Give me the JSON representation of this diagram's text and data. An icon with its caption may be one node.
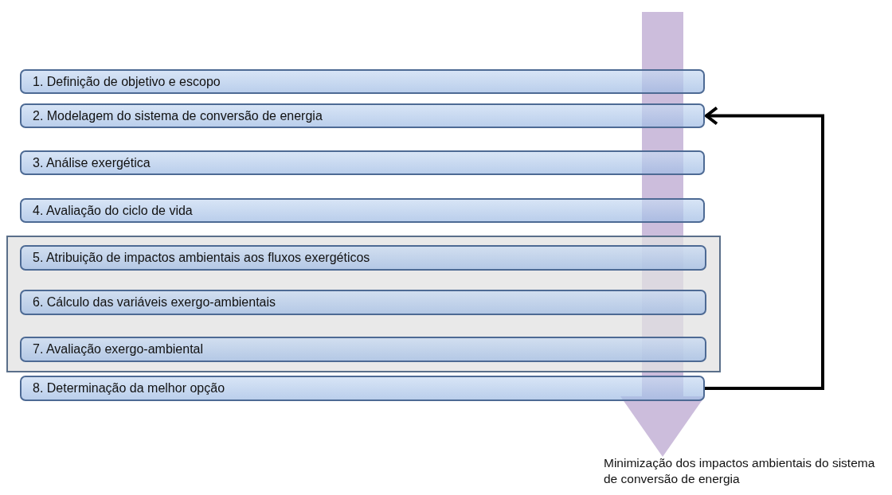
{
  "diagram": {
    "nodes": [
      {
        "text": [
          "1. Definição de objetivo e escopo"
        ]
      },
      {
        "text": [
          "2. Modelagem do sistema de conversão de energia"
        ]
      },
      {
        "text": [
          "3. Análise exergética"
        ]
      },
      {
        "text": [
          "4. Avaliação do ciclo de vida"
        ]
      },
      {
        "text": [],
        "shape": "box"
      },
      {
        "text": [
          "5. Atribuição de impactos ambientais aos fluxos exergéticos"
        ],
        "in": 4
      },
      {
        "text": [
          "6. Cálculo das variáveis exergo-ambientais"
        ],
        "in": 4
      },
      {
        "text": [
          "7. Avaliação exergo-ambiental"
        ],
        "in": 4
      },
      {
        "text": [
          "8. Determinação da melhor opção"
        ]
      },
      {
        "text": [
          "Minimização dos impactos ambientais do sistema de conversão de energia"
        ]
      }
    ],
    "edges": [
      {
        "from": 8,
        "to": 1,
        "arrow": "to",
        "color": "#000000"
      },
      {
        "from": null,
        "to": 9,
        "arrow": "to",
        "style": "thick",
        "color": "#c4b2d6"
      }
    ]
  }
}
